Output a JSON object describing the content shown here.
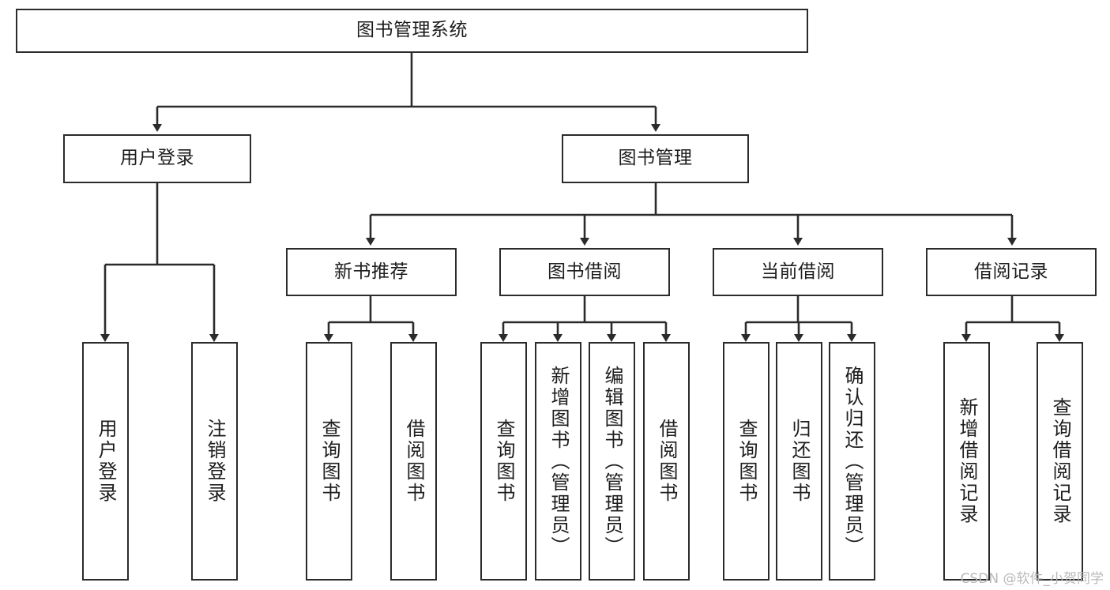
{
  "diagram": {
    "type": "tree-hierarchy",
    "title": "图书管理系统",
    "orientation": "top-down",
    "colors": {
      "box_border": "#2b2b2b",
      "box_fill": "#ffffff",
      "connector": "#2b2b2b",
      "text": "#1d1d1d",
      "background": "#ffffff",
      "watermark": "#b9b9b9"
    },
    "root": {
      "id": "root",
      "label": "图书管理系统"
    },
    "level2": [
      {
        "id": "user-login",
        "label": "用户登录"
      },
      {
        "id": "book-manage",
        "label": "图书管理"
      }
    ],
    "level3": [
      {
        "id": "new-book-recommend",
        "label": "新书推荐"
      },
      {
        "id": "book-borrow",
        "label": "图书借阅"
      },
      {
        "id": "current-borrow",
        "label": "当前借阅"
      },
      {
        "id": "borrow-record",
        "label": "借阅记录"
      }
    ],
    "leaves": {
      "user_login": [
        {
          "id": "leaf-user-login",
          "label": "用户登录"
        },
        {
          "id": "leaf-logout",
          "label": "注销登录"
        }
      ],
      "new_book_recommend": [
        {
          "id": "leaf-query-book-1",
          "label": "查询图书"
        },
        {
          "id": "leaf-borrow-book-1",
          "label": "借阅图书"
        }
      ],
      "book_borrow": [
        {
          "id": "leaf-query-book-2",
          "label": "查询图书"
        },
        {
          "id": "leaf-add-book",
          "label": "新增图书（管理员）"
        },
        {
          "id": "leaf-edit-book",
          "label": "编辑图书（管理员）"
        },
        {
          "id": "leaf-borrow-book-2",
          "label": "借阅图书"
        }
      ],
      "current_borrow": [
        {
          "id": "leaf-query-book-3",
          "label": "查询图书"
        },
        {
          "id": "leaf-return-book",
          "label": "归还图书"
        },
        {
          "id": "leaf-confirm-return",
          "label": "确认归还（管理员）"
        }
      ],
      "borrow_record": [
        {
          "id": "leaf-add-record",
          "label": "新增借阅记录"
        },
        {
          "id": "leaf-query-record",
          "label": "查询借阅记录"
        }
      ]
    }
  },
  "watermark": {
    "text": "CSDN @软件_小贺同学"
  }
}
